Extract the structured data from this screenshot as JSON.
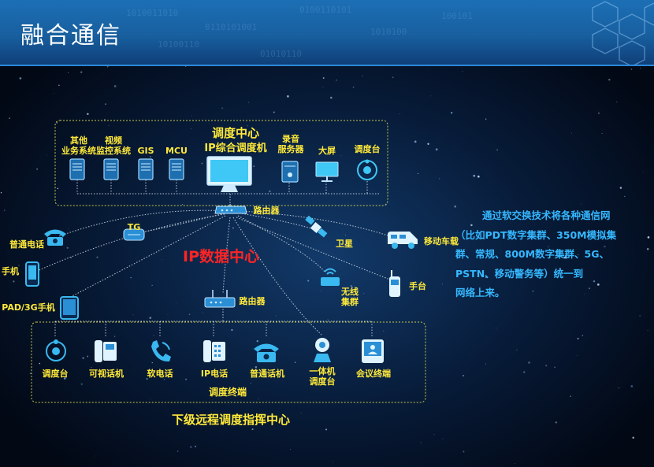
{
  "header": {
    "title": "融合通信"
  },
  "diagram": {
    "dispatch_center": {
      "title_line1": "调度中心",
      "title_line2": "IP综合调度机",
      "other_system": [
        "其他",
        "业务系统"
      ],
      "video_monitor": [
        "视频",
        "监控系统"
      ],
      "gis": "GIS",
      "mcu": "MCU",
      "recorder": [
        "录音",
        "服务器"
      ],
      "screen": "大屏",
      "console": "调度台"
    },
    "router_top": "路由器",
    "ip_center": "IP数据中心",
    "tg": "TG",
    "phone": "普通电话",
    "mobile": "手机",
    "pad": "PAD/3G手机",
    "satellite": "卫星",
    "vehicle": "移动车载",
    "wireless": [
      "无线",
      "集群"
    ],
    "handset": "手台",
    "router_bottom": "路由器",
    "terminals": {
      "console": "调度台",
      "video_phone": "可视话机",
      "soft_phone": "软电话",
      "ip_phone": "IP电话",
      "normal_phone": "普通话机",
      "integrated": [
        "一体机",
        "调度台"
      ],
      "meeting": "会议终端",
      "group_label": "调度终端"
    },
    "remote_center": "下级远程调度指挥中心",
    "description": [
      "通过软交换技术将各种通信网",
      "（比如PDT数字集群、350M模拟集",
      "群、常规、800M数字集群、5G、",
      "PSTN、移动警务等）统一到",
      "网络上来。"
    ]
  },
  "colors": {
    "header": "#1c6fb5",
    "label_yellow": "#ffe93a",
    "ip_red": "#ff2424",
    "desc_blue": "#35b8ff",
    "icon_blue": "#3ab8f0",
    "frame_dash": "#c8c84a"
  }
}
